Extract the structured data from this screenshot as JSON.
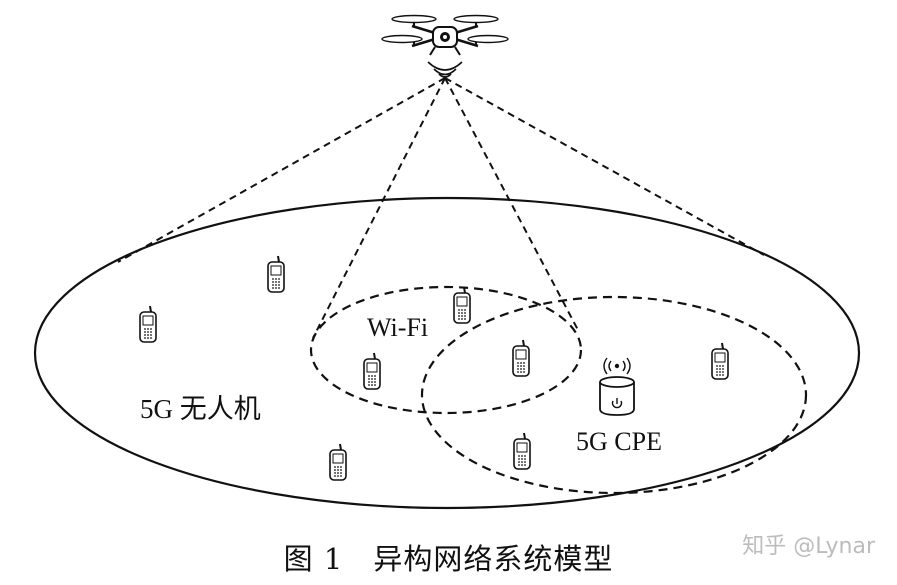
{
  "labels": {
    "wifi": "Wi-Fi",
    "uav_network": "5G 无人机",
    "cpe": "5G CPE"
  },
  "caption": "图 1　异构网络系统模型",
  "watermark": "知乎 @Lynar",
  "icons": {
    "drone": "drone-icon",
    "cpe": "cpe-router-icon",
    "phone": "mobile-phone-icon"
  },
  "colors": {
    "ink": "#111111",
    "watermark": "#bcbcbc"
  }
}
